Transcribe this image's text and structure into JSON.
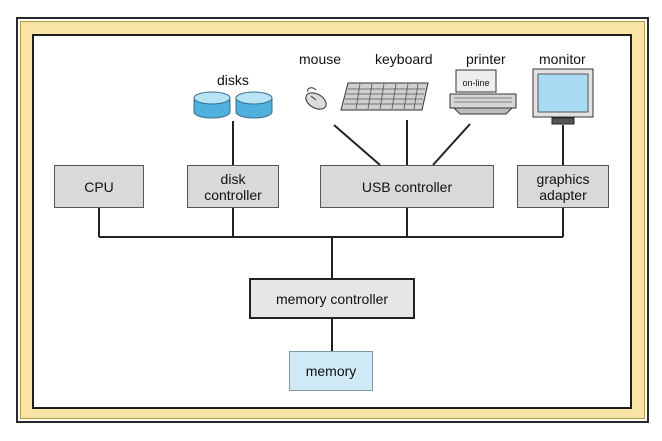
{
  "diagram": {
    "devices": {
      "disks": "disks",
      "mouse": "mouse",
      "keyboard": "keyboard",
      "printer": "printer",
      "printer_status": "on-line",
      "monitor": "monitor"
    },
    "boxes": {
      "cpu": "CPU",
      "disk_controller": "disk\ncontroller",
      "usb_controller": "USB controller",
      "graphics_adapter": "graphics\nadapter",
      "memory_controller": "memory controller",
      "memory": "memory"
    },
    "colors": {
      "frame_band": "#f7e4a6",
      "controller_fill": "#d9d9d9",
      "memory_fill": "#cfeaf6",
      "disk_fill": "#8ccfee",
      "monitor_screen": "#a9dcf4"
    }
  }
}
